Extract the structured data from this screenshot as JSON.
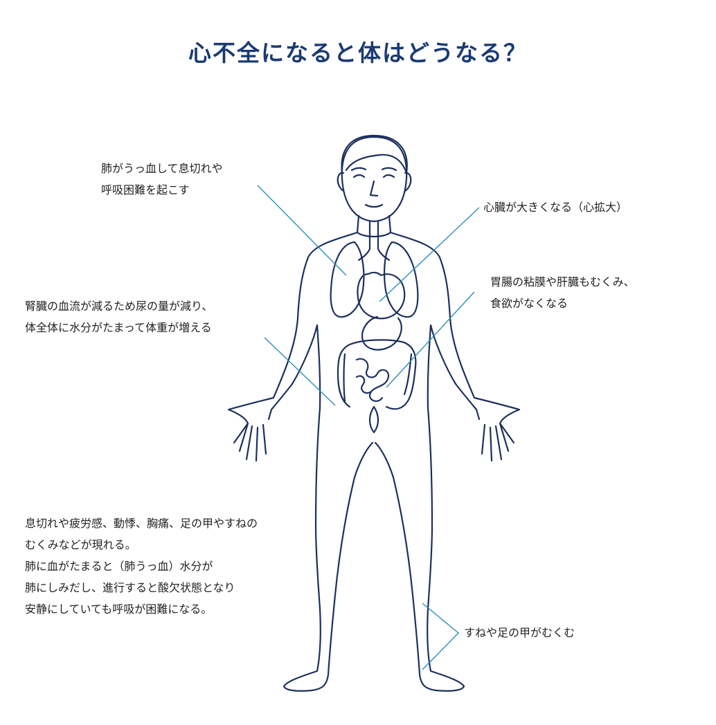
{
  "title": "心不全になると体はどうなる？",
  "colors": {
    "title": "#1a3a73",
    "outline": "#1c2f5e",
    "leader": "#2a8fb8",
    "text": "#222222"
  },
  "annotations": {
    "lungs": [
      "肺がうっ血して息切れや",
      "呼吸困難を起こす"
    ],
    "heart": [
      "心臓が大きくなる（心拡大）"
    ],
    "gut": [
      "胃腸の粘膜や肝臓もむくみ、",
      "食欲がなくなる"
    ],
    "kidney": [
      "腎臓の血流が減るため尿の量が減り、",
      "体全体に水分がたまって体重が増える"
    ],
    "symptoms": [
      "息切れや疲労感、動悸、胸痛、足の甲やすねの",
      "むくみなどが現れる。",
      "肺に血がたまると（肺うっ血）水分が",
      "肺にしみだし、進行すると酸欠状態となり",
      "安静にしていても呼吸が困難になる。"
    ],
    "legs": [
      "すねや足の甲がむくむ"
    ]
  }
}
